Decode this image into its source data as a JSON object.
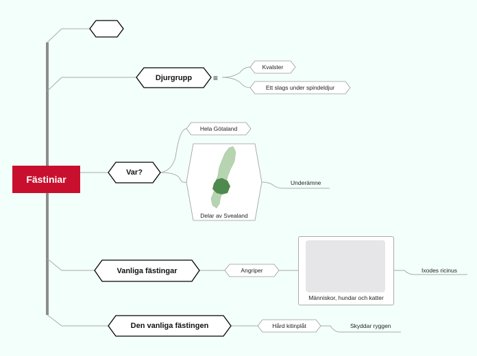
{
  "root": {
    "label": "Fästiniar"
  },
  "topics": [
    {
      "label": ""
    },
    {
      "label": "Djurgrupp"
    },
    {
      "label": "Var?"
    },
    {
      "label": "Vanliga fästingar"
    },
    {
      "label": "Den vanliga fästingen"
    }
  ],
  "djurgrupp": {
    "menu_icon": "≡",
    "subtopics": [
      "Kvalster",
      "Ett slags under spindeldjur"
    ]
  },
  "var": {
    "subtopic_1": "Hela Götaland",
    "map_caption": "Delar av Svealand",
    "map_icon": "sweden-map-icon",
    "map_colors": {
      "light": "#b7d4b0",
      "highlight": "#4e8a4e"
    },
    "detail": "Underämne"
  },
  "vanliga": {
    "subtopic": "Angriper",
    "image_caption": "Människor, hundar och katter",
    "image_icon": "camera-icon",
    "detail": "Ixodes ricinus"
  },
  "vanligen": {
    "subtopic": "Hård kitinplåt",
    "detail": "Skyddar ryggen"
  },
  "colors": {
    "root": "#c8102e",
    "background": "#f3fffb",
    "connector": "#888888"
  }
}
